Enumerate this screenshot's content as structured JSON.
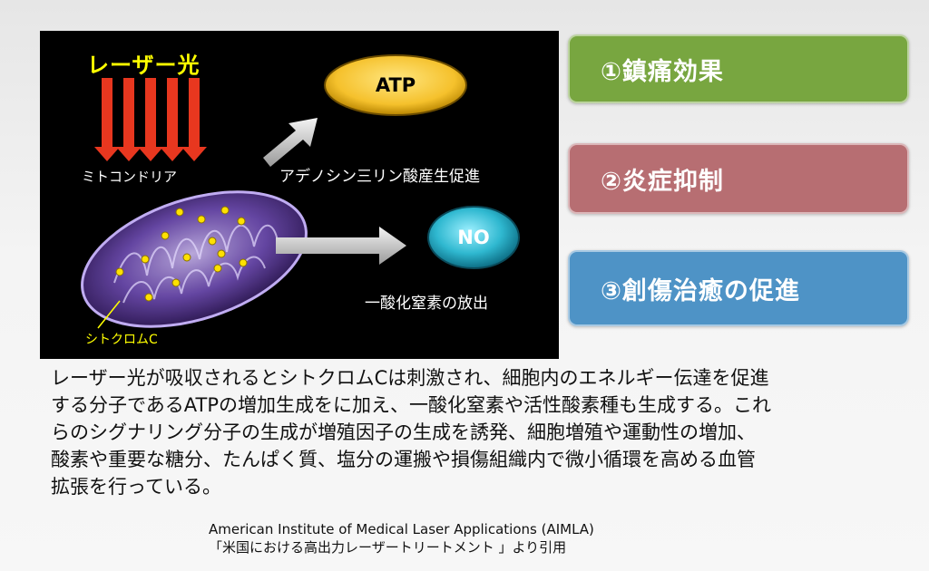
{
  "diagram": {
    "laser_title": "レーザー光",
    "mitochondria_label": "ミトコンドリア",
    "cytochrome_label": "シトクロムC",
    "atp_label": "ATP",
    "atp_caption": "アデノシン三リン酸産生促進",
    "no_label": "NO",
    "no_caption": "一酸化窒素の放出",
    "colors": {
      "laser_arrow": "#e8371f",
      "atp_ellipse": "#f5c12c",
      "no_circle": "#3fc3d8",
      "label_yellow": "#ffff00"
    }
  },
  "effects": [
    {
      "label": "①鎮痛効果",
      "color": "#78a640"
    },
    {
      "label": "②炎症抑制",
      "color": "#b76e72"
    },
    {
      "label": "③創傷治癒の促進",
      "color": "#4e93c6"
    }
  ],
  "body": {
    "lines": [
      "レーザー光が吸収されるとシトクロムCは刺激され、細胞内のエネルギー伝達を促進",
      "する分子であるATPの増加生成をに加え、一酸化窒素や活性酸素種も生成する。これ",
      "らのシグナリング分子の生成が増殖因子の生成を誘発、細胞増殖や運動性の増加、",
      "酸素や重要な糖分、たんぱく質、塩分の運搬や損傷組織内で微小循環を高める血管",
      "拡張を行っている。"
    ]
  },
  "source": {
    "line1": "American Institute of Medical Laser Applications (AIMLA)",
    "line2": "「米国における高出力レーザートリートメント 」より引用"
  }
}
